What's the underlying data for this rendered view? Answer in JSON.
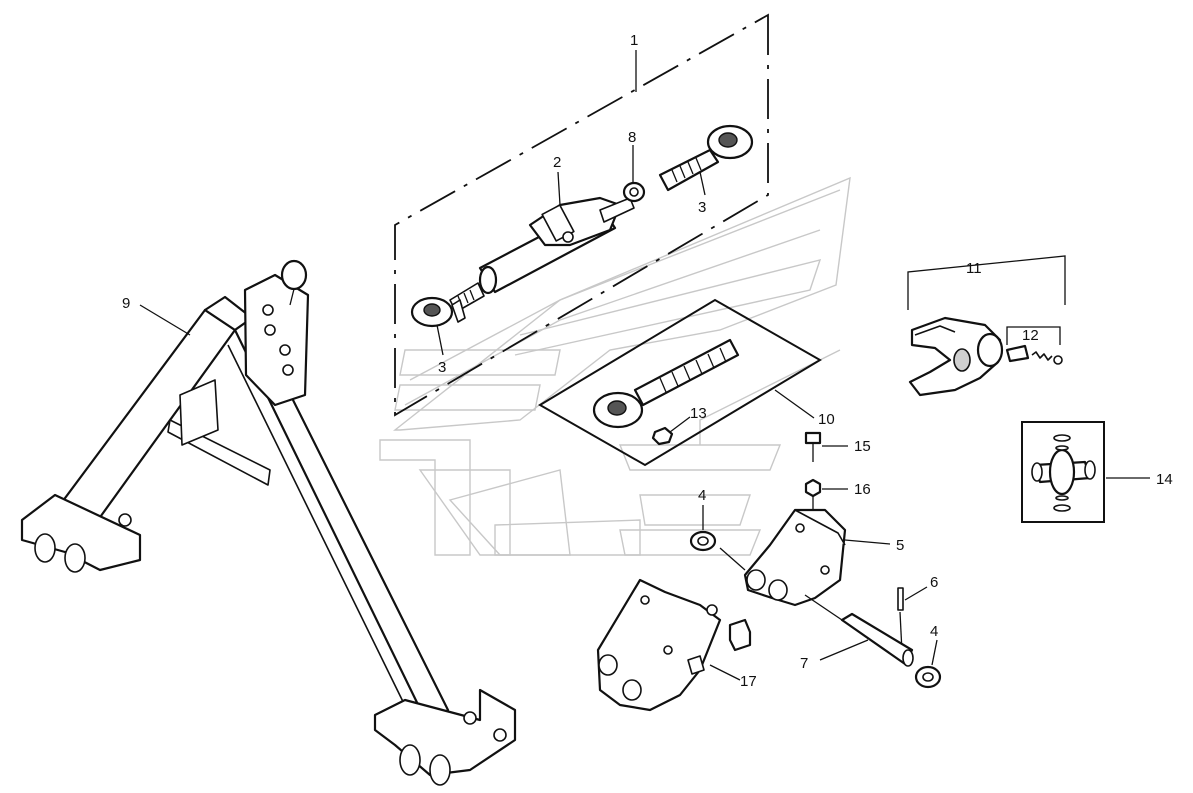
{
  "callouts": {
    "c1": "1",
    "c2": "2",
    "c3a": "3",
    "c3b": "3",
    "c4a": "4",
    "c4b": "4",
    "c5": "5",
    "c6": "6",
    "c7": "7",
    "c8": "8",
    "c9": "9",
    "c10": "10",
    "c11": "11",
    "c12": "12",
    "c13": "13",
    "c14": "14",
    "c15": "15",
    "c16": "16",
    "c17": "17"
  }
}
